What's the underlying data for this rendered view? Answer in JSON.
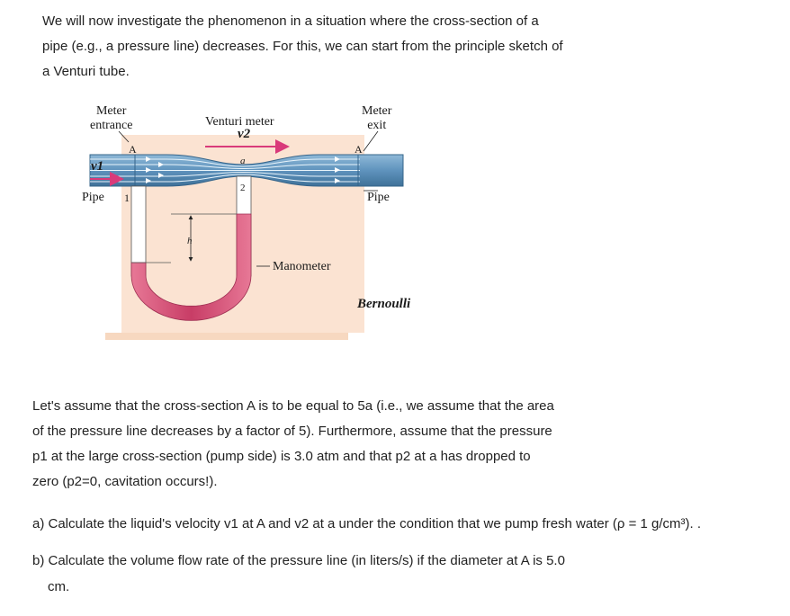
{
  "intro": {
    "lines": [
      "We will now investigate the phenomenon in a situation where the cross-section of a",
      "pipe (e.g., a pressure line) decreases. For this, we can start from the principle sketch of",
      "a Venturi tube."
    ]
  },
  "figure": {
    "meter_entrance": [
      "Meter",
      "entrance"
    ],
    "venturi_meter": "Venturi meter",
    "meter_exit": [
      "Meter",
      "exit"
    ],
    "label_A_left": "A",
    "label_A_right": "A",
    "label_a": "a",
    "label_pipe_left": "Pipe",
    "label_1": "1",
    "label_2": "2",
    "label_h": "h",
    "label_pipe_right": "Pipe",
    "label_manometer": "Manometer",
    "handwritten_v1": "v1",
    "handwritten_v2": "v2",
    "handwritten_bernoulli": "Bernoulli"
  },
  "assumption": {
    "lines": [
      "Let's assume that the cross-section A is to be equal to 5a (i.e., we assume that the area",
      "of the pressure line decreases by a factor of 5). Furthermore, assume that the pressure",
      "p1 at the large cross-section (pump side) is 3.0 atm and that p2 at a has dropped to",
      "zero (p2=0, cavitation occurs!)."
    ]
  },
  "questions": {
    "a": "a) Calculate the liquid's velocity v1 at A and v2 at a under the condition that we pump fresh water (ρ = 1 g/cm³). .",
    "b_line1": "b) Calculate the volume flow rate of the pressure line (in liters/s) if the diameter at A is 5.0",
    "b_line2": "cm."
  },
  "colors": {
    "background_panel": "#fbe3d2",
    "pipe_blue": "#6fa3c9",
    "flow_lines": "#e8f4fb",
    "manometer_fluid": "#d9577a",
    "arrow_pink": "#d93a7a"
  }
}
